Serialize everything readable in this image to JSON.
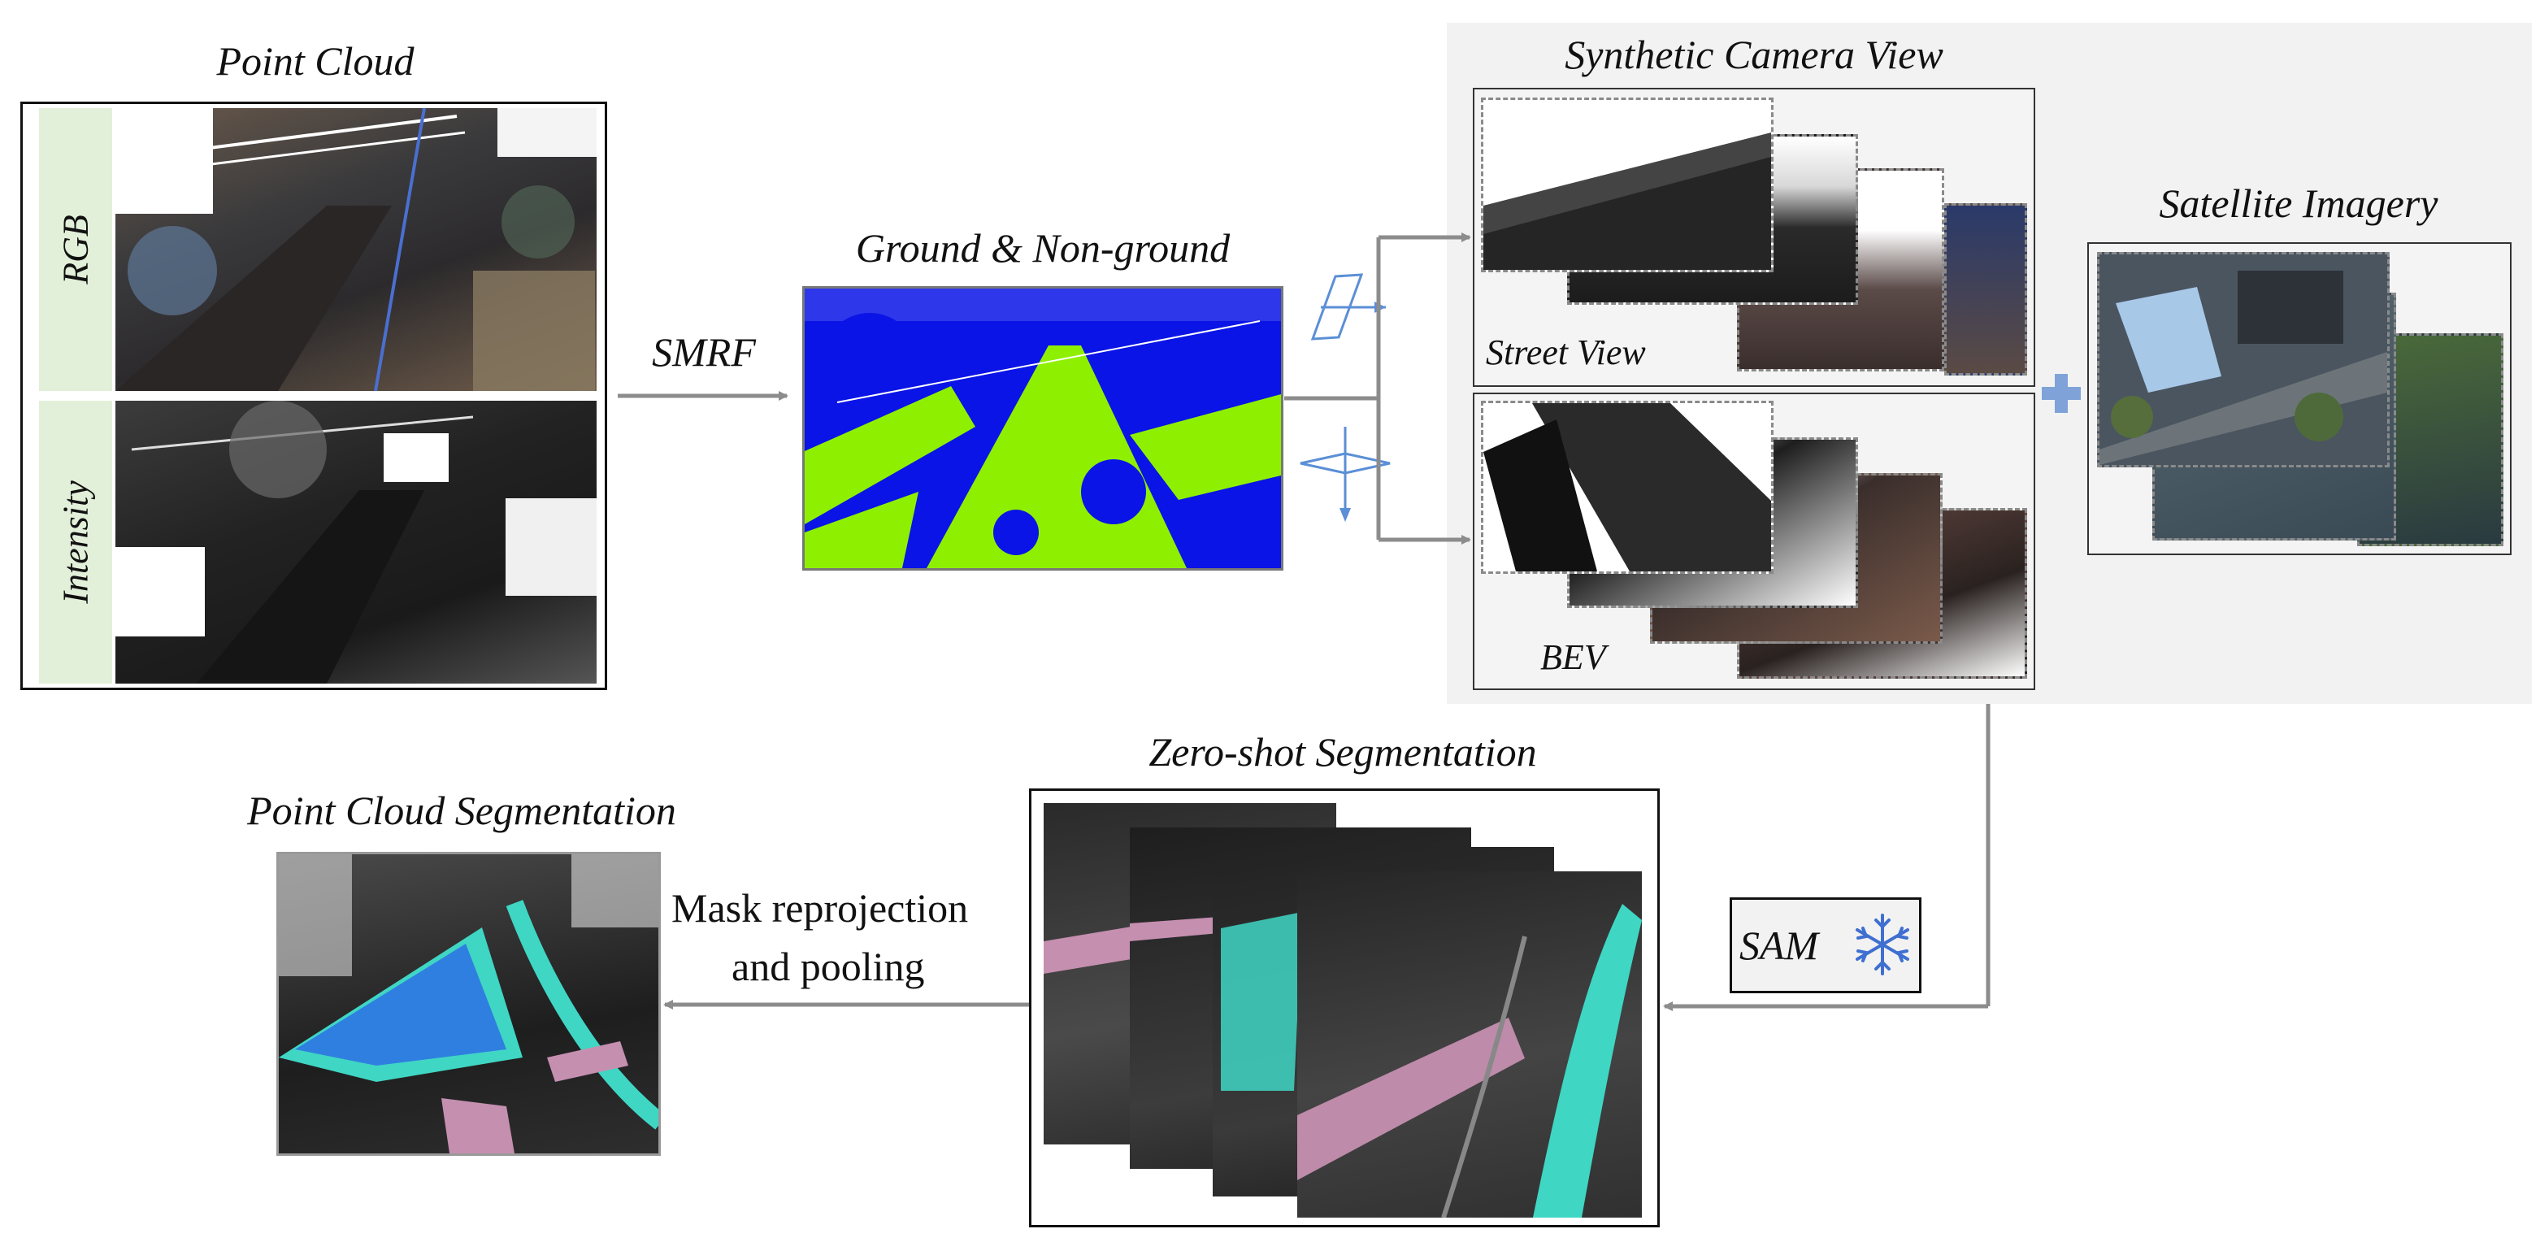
{
  "titles": {
    "point_cloud": "Point Cloud",
    "ground_nonground": "Ground & Non-ground",
    "synthetic_camera_view": "Synthetic Camera View",
    "satellite_imagery": "Satellite Imagery",
    "zero_shot": "Zero-shot Segmentation",
    "pc_segmentation": "Point Cloud Segmentation"
  },
  "labels": {
    "rgb": "RGB",
    "intensity": "Intensity",
    "smrf": "SMRF",
    "street_view": "Street View",
    "bev": "BEV",
    "sam": "SAM",
    "mask_line1": "Mask reprojection",
    "mask_line2": "and pooling"
  },
  "icons": {
    "plus": "plus-icon",
    "snowflake": "snowflake-icon",
    "camera_horizontal": "camera-plane-horizontal-icon",
    "camera_vertical": "camera-plane-vertical-icon"
  },
  "colors": {
    "ground": "#8ef000",
    "non_ground": "#0a14e6",
    "arrow": "#8c8c8c",
    "panel_bg": "#f2f2f2",
    "label_bg": "#e2efd9",
    "crosswalk": "#c58fb0",
    "sidewalk": "#3fd6c4",
    "road_region": "#2f7fe0",
    "accent_blue": "#5b8fd6"
  }
}
